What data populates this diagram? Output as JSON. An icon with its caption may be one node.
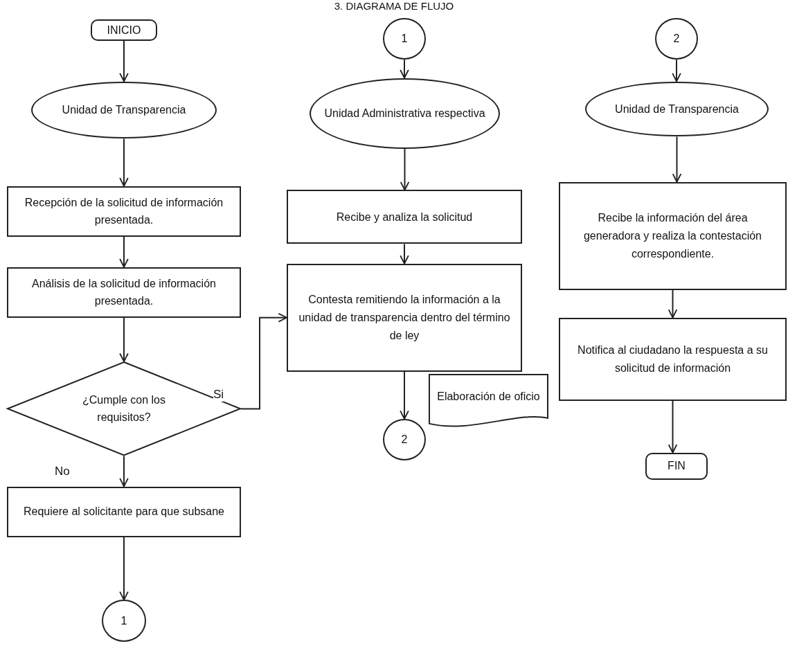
{
  "diagram": {
    "title": "3. DIAGRAMA DE FLUJO",
    "nodes": [
      {
        "text": [
          "INICIO"
        ]
      },
      {
        "text": [
          "Unidad de Transparencia"
        ]
      },
      {
        "text": [
          "Recepción de la solicitud de información presentada."
        ]
      },
      {
        "text": [
          "Análisis de la solicitud de información presentada."
        ]
      },
      {
        "text": [
          "¿Cumple con los requisitos?"
        ]
      },
      {
        "text": [
          "Requiere al solicitante para que subsane"
        ]
      },
      {
        "text": [
          "1"
        ]
      },
      {
        "text": [
          "1"
        ]
      },
      {
        "text": [
          "Unidad Administrativa respectiva"
        ]
      },
      {
        "text": [
          "Recibe y analiza la solicitud"
        ]
      },
      {
        "text": [
          "Contesta remitiendo la información a la unidad de transparencia dentro del término de ley"
        ]
      },
      {
        "text": [
          "Elaboración de oficio"
        ]
      },
      {
        "text": [
          "2"
        ]
      },
      {
        "text": [
          "2"
        ]
      },
      {
        "text": [
          "Unidad de Transparencia"
        ]
      },
      {
        "text": [
          "Recibe la información del área generadora y realiza la contestación correspondiente."
        ]
      },
      {
        "text": [
          "Notifica al ciudadano la respuesta a su solicitud de información"
        ]
      },
      {
        "text": [
          "FIN"
        ]
      }
    ],
    "edges": [
      {
        "from": 0,
        "to": 1,
        "arrow": "to"
      },
      {
        "from": 1,
        "to": 2,
        "arrow": "to"
      },
      {
        "from": 2,
        "to": 3,
        "arrow": "to"
      },
      {
        "from": 3,
        "to": 4,
        "arrow": "to"
      },
      {
        "from": 4,
        "to": 10,
        "arrow": "to",
        "label": "Si"
      },
      {
        "from": 4,
        "to": 5,
        "arrow": "to",
        "label": "No"
      },
      {
        "from": 5,
        "to": 6,
        "arrow": "to"
      },
      {
        "from": 7,
        "to": 8,
        "arrow": "to"
      },
      {
        "from": 8,
        "to": 9,
        "arrow": "to"
      },
      {
        "from": 9,
        "to": 10,
        "arrow": "to"
      },
      {
        "from": 10,
        "to": 12,
        "arrow": "to"
      },
      {
        "from": 13,
        "to": 14,
        "arrow": "to"
      },
      {
        "from": 14,
        "to": 15,
        "arrow": "to"
      },
      {
        "from": 15,
        "to": 16,
        "arrow": "to"
      },
      {
        "from": 16,
        "to": 17,
        "arrow": "to"
      }
    ]
  }
}
